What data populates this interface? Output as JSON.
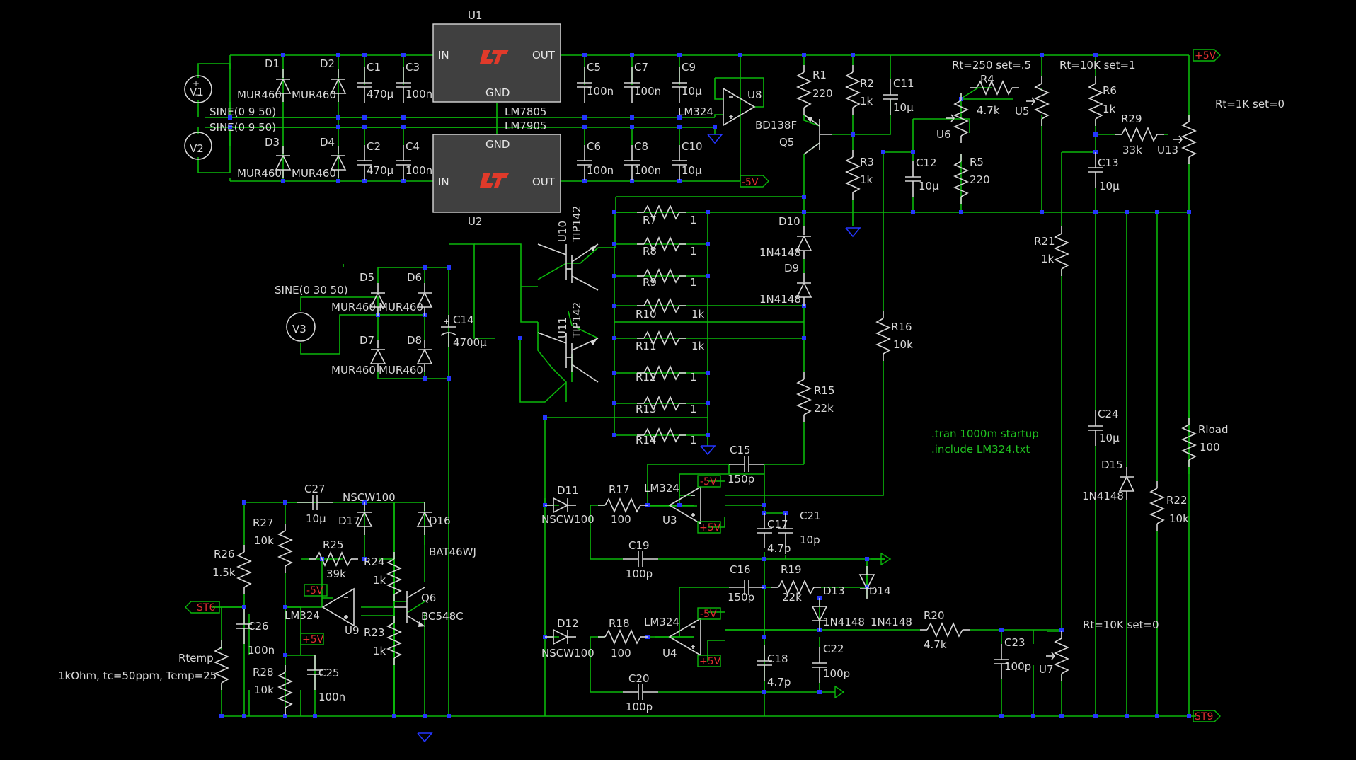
{
  "regulators": {
    "u1": {
      "ref": "U1",
      "part": "LM7805",
      "in": "IN",
      "out": "OUT",
      "gnd": "GND"
    },
    "u2": {
      "ref": "U2",
      "part": "LM7905",
      "in": "IN",
      "out": "OUT",
      "gnd": "GND"
    }
  },
  "sources": {
    "v1": {
      "ref": "V1",
      "value": "SINE(0 9 50)"
    },
    "v2": {
      "ref": "V2",
      "value": "SINE(0 9 50)"
    },
    "v3": {
      "ref": "V3",
      "value": "SINE(0 30 50)"
    }
  },
  "diodes": {
    "d1": "D1",
    "d2": "D2",
    "d3": "D3",
    "d4": "D4",
    "d5": "D5",
    "d6": "D6",
    "d7": "D7",
    "d8": "D8",
    "d9": "D9",
    "d10": "D10",
    "d11": "D11",
    "d12": "D12",
    "d13": "D13",
    "d14": "D14",
    "d15": "D15",
    "d16": "D16",
    "d17": "D17",
    "mur460": "MUR460",
    "n4148": "1N4148",
    "nscw100": "NSCW100",
    "bat46wj": "BAT46WJ"
  },
  "capacitors": {
    "c1": [
      "C1",
      "470µ"
    ],
    "c2": [
      "C2",
      "470µ"
    ],
    "c3": [
      "C3",
      "100n"
    ],
    "c4": [
      "C4",
      "100n"
    ],
    "c5": [
      "C5",
      "100n"
    ],
    "c6": [
      "C6",
      "100n"
    ],
    "c7": [
      "C7",
      "100n"
    ],
    "c8": [
      "C8",
      "100n"
    ],
    "c9": [
      "C9",
      "10µ"
    ],
    "c10": [
      "C10",
      "10µ"
    ],
    "c11": [
      "C11",
      "10µ"
    ],
    "c12": [
      "C12",
      "10µ"
    ],
    "c13": [
      "C13",
      "10µ"
    ],
    "c14": [
      "C14",
      "4700µ"
    ],
    "c15": [
      "C15",
      "150p"
    ],
    "c16": [
      "C16",
      "150p"
    ],
    "c17": [
      "C17",
      "4.7p"
    ],
    "c18": [
      "C18",
      "4.7p"
    ],
    "c19": [
      "C19",
      "100p"
    ],
    "c20": [
      "C20",
      "100p"
    ],
    "c21": [
      "C21",
      "10p"
    ],
    "c22": [
      "C22",
      "100p"
    ],
    "c23": [
      "C23",
      "100p"
    ],
    "c24": [
      "C24",
      "10µ"
    ],
    "c25": [
      "C25",
      "100n"
    ],
    "c26": [
      "C26",
      "100n"
    ],
    "c27": [
      "C27",
      "10µ"
    ]
  },
  "resistors": {
    "r1": [
      "R1",
      "220"
    ],
    "r2": [
      "R2",
      "1k"
    ],
    "r3": [
      "R3",
      "1k"
    ],
    "r4": [
      "R4",
      "4.7k"
    ],
    "r5": [
      "R5",
      "220"
    ],
    "r6": [
      "R6",
      "1k"
    ],
    "r7": [
      "R7",
      "1"
    ],
    "r8": [
      "R8",
      "1"
    ],
    "r9": [
      "R9",
      "1"
    ],
    "r10": [
      "R10",
      "1k"
    ],
    "r11": [
      "R11",
      "1k"
    ],
    "r12": [
      "R12",
      "1"
    ],
    "r13": [
      "R13",
      "1"
    ],
    "r14": [
      "R14",
      "1"
    ],
    "r15": [
      "R15",
      "22k"
    ],
    "r16": [
      "R16",
      "10k"
    ],
    "r17": [
      "R17",
      "100"
    ],
    "r18": [
      "R18",
      "100"
    ],
    "r19": [
      "R19",
      "22k"
    ],
    "r20": [
      "R20",
      "4.7k"
    ],
    "r21": [
      "R21",
      "1k"
    ],
    "r22": [
      "R22",
      "10k"
    ],
    "r23": [
      "R23",
      "1k"
    ],
    "r24": [
      "R24",
      "1k"
    ],
    "r25": [
      "R25",
      "39k"
    ],
    "r26": [
      "R26",
      "1.5k"
    ],
    "r27": [
      "R27",
      "10k"
    ],
    "r28": [
      "R28",
      "10k"
    ],
    "r29": [
      "R29",
      "33k"
    ],
    "rload": [
      "Rload",
      "100"
    ],
    "rtemp": "Rtemp",
    "rtemp_value": "1kOhm, tc=50ppm, Temp=25"
  },
  "transistors": {
    "q5": [
      "Q5",
      "BD138F"
    ],
    "q6": [
      "Q6",
      "BC548C"
    ],
    "u10": [
      "U10",
      "TIP142"
    ],
    "u11": [
      "U11",
      "TIP142"
    ]
  },
  "opamps": {
    "part": "LM324",
    "u3": "U3",
    "u4": "U4",
    "u8": "U8",
    "u9": "U9"
  },
  "pots": {
    "u5": "U5",
    "u6": "U6",
    "u7": "U7",
    "u13": "U13",
    "u5_set": "Rt=250 set=.5",
    "u6_set": "Rt=10K set=1",
    "u13_set": "Rt=1K set=0",
    "u7_set": "Rt=10K set=0"
  },
  "flags": {
    "p5": "+5V",
    "m5": "-5V",
    "st6": "ST6",
    "st9": "ST9"
  },
  "directives": {
    "tran": ".tran 1000m startup",
    "include": ".include LM324.txt"
  }
}
